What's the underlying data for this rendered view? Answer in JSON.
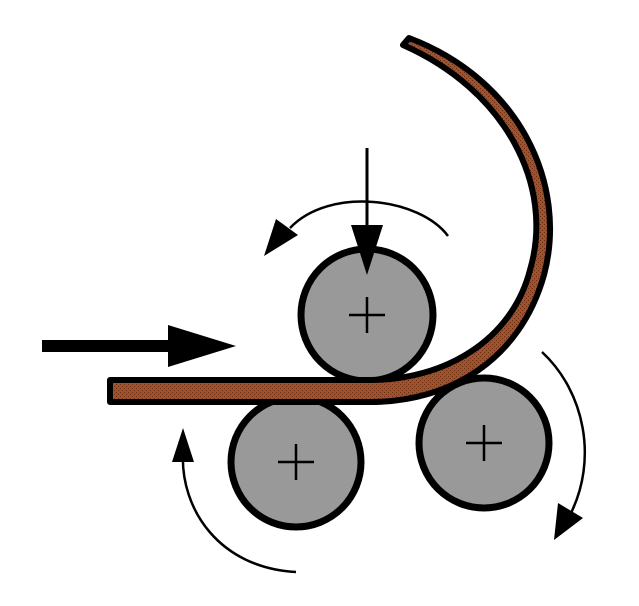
{
  "diagram": {
    "description_free": true,
    "colors": {
      "background": "#ffffff",
      "outline": "#000000",
      "roller_fill": "#999999",
      "plate_fill": "#a0522d",
      "plate_stipple": "#6b2d12"
    },
    "components": [
      {
        "role": "plate",
        "shape": "bent-strip"
      },
      {
        "role": "roller",
        "position": "top"
      },
      {
        "role": "roller",
        "position": "bottom-left"
      },
      {
        "role": "roller",
        "position": "bottom-right"
      },
      {
        "role": "arrow",
        "kind": "feed-direction"
      },
      {
        "role": "arrow",
        "kind": "applied-force"
      },
      {
        "role": "arrow",
        "kind": "rotation-top"
      },
      {
        "role": "arrow",
        "kind": "rotation-bottom-left"
      },
      {
        "role": "arrow",
        "kind": "rotation-bottom-right"
      }
    ]
  }
}
